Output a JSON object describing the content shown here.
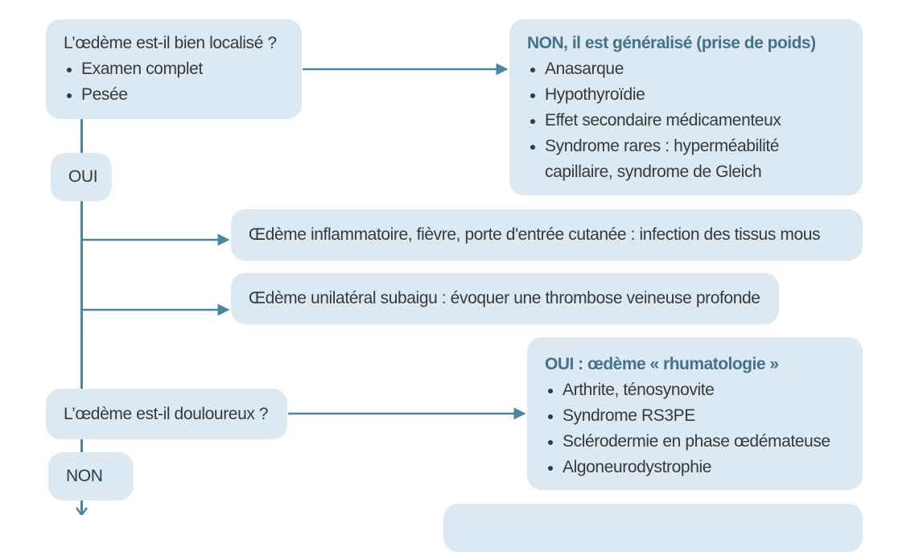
{
  "q1": {
    "question": "L’œdème est-il bien localisé ?",
    "items": [
      "Examen complet",
      "Pesée"
    ]
  },
  "non_generalise": {
    "title": "NON, il est généralisé (prise de poids)",
    "items": [
      "Anasarque",
      "Hypothyroïdie",
      "Effet secondaire médicamenteux",
      "Syndrome rares : hyperméabilité capillaire, syndrome de Gleich"
    ]
  },
  "oui1": {
    "label": "OUI"
  },
  "inflammatoire": {
    "text": "Œdème inflammatoire, fièvre, porte d'entrée cutanée : infection des tissus mous"
  },
  "unilateral": {
    "text": "Œdème unilatéral subaigu : évoquer une thrombose veineuse profonde"
  },
  "rhumato": {
    "title": "OUI : œdème « rhumatologie »",
    "items": [
      "Arthrite, ténosynovite",
      "Syndrome RS3PE",
      "Sclérodermie en phase œdémateuse",
      "Algoneurodystrophie"
    ]
  },
  "q2": {
    "question": "L’œdème est-il douloureux ?"
  },
  "non2": {
    "label": "NON"
  },
  "colors": {
    "box": "#dce9f3",
    "line": "#4a86a0",
    "title": "#44728c",
    "text": "#333a40"
  }
}
